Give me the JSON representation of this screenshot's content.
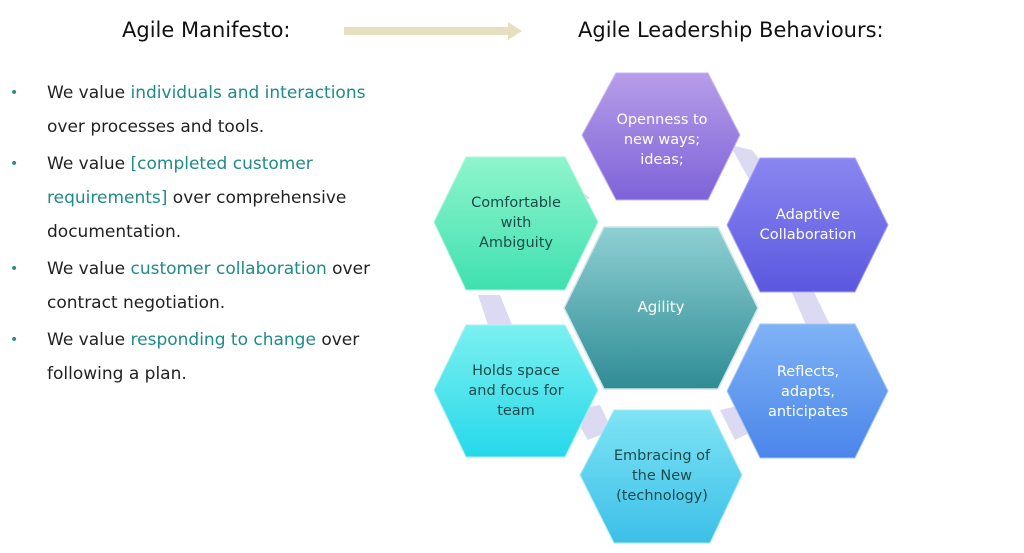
{
  "left_title": "Agile Manifesto:",
  "right_title": "Agile Leadership Behaviours:",
  "bullets": [
    {
      "pre": "We value ",
      "hl": "individuals and interactions",
      "post": "over processes and tools."
    },
    {
      "pre": "We value ",
      "hl": "[completed customer requirements]",
      "post": " over comprehensive documentation."
    },
    {
      "pre": "We value ",
      "hl": "customer collaboration",
      "post": " over contract negotiation."
    },
    {
      "pre": "We value ",
      "hl": "responding to change",
      "post": " over following a plan."
    }
  ],
  "bullet_glyph": "•",
  "center": "Agility",
  "hexagons": [
    {
      "label": "Openness to\nnew ways;\nideas;"
    },
    {
      "label": "Adaptive\nCollaboration"
    },
    {
      "label": "Reflects,\nadapts,\nanticipates"
    },
    {
      "label": "Embracing of\nthe New\n(technology)"
    },
    {
      "label": "Holds space\nand focus for\nteam"
    },
    {
      "label": "Comfortable\nwith\nAmbiguity"
    }
  ],
  "colors": {
    "accent": "#1f8a8a",
    "arrow": "#e6dfc0",
    "center": "#4aa3a9"
  }
}
